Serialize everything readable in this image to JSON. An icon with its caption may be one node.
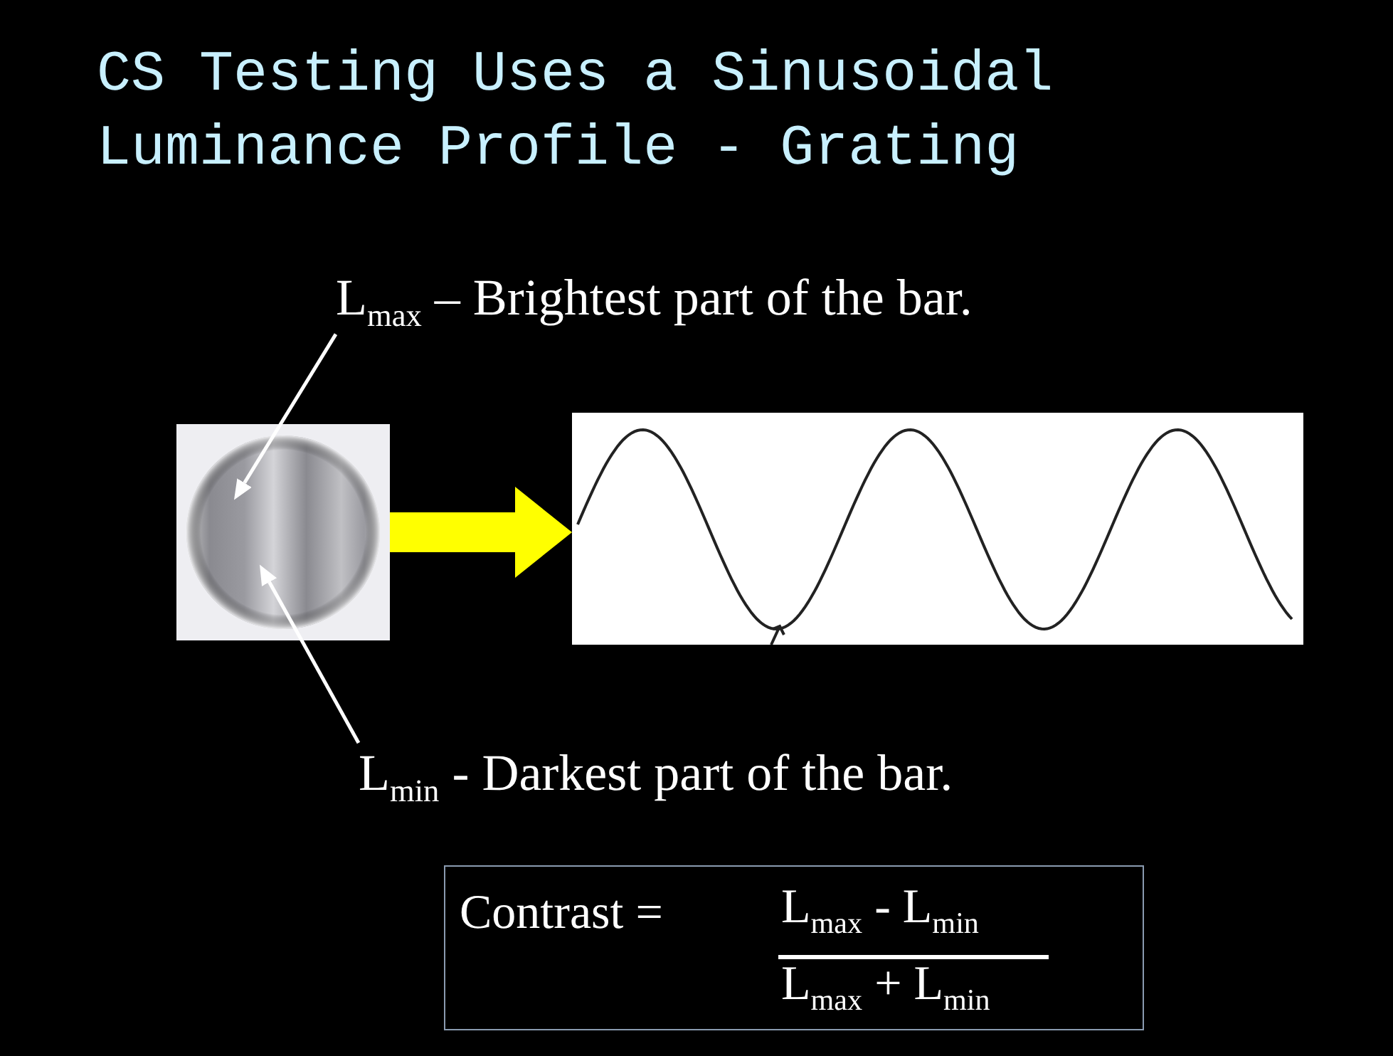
{
  "diagram": {
    "title": "CS Testing Uses a Sinusoidal Luminance Profile - Grating",
    "nodes": [
      {
        "text": [
          "L$_{max}$ – Brightest part of the bar."
        ]
      },
      {
        "text": [],
        "shape": "picture"
      },
      {
        "text": [],
        "shape": "picture"
      },
      {
        "text": [
          "L$_{min}$ - Darkest part of the bar."
        ]
      },
      {
        "text": [
          "Contrast =",
          "L$_{max}$ - L$_{min}$",
          "L$_{max}$ + L$_{min}$"
        ]
      }
    ],
    "edges": [
      {
        "from": 0,
        "to": 1,
        "arrow": "to"
      },
      {
        "from": 3,
        "to": 1,
        "arrow": "to"
      },
      {
        "from": 1,
        "to": 2,
        "arrow": "to",
        "style": "thick",
        "color": "#ffff00"
      }
    ]
  }
}
